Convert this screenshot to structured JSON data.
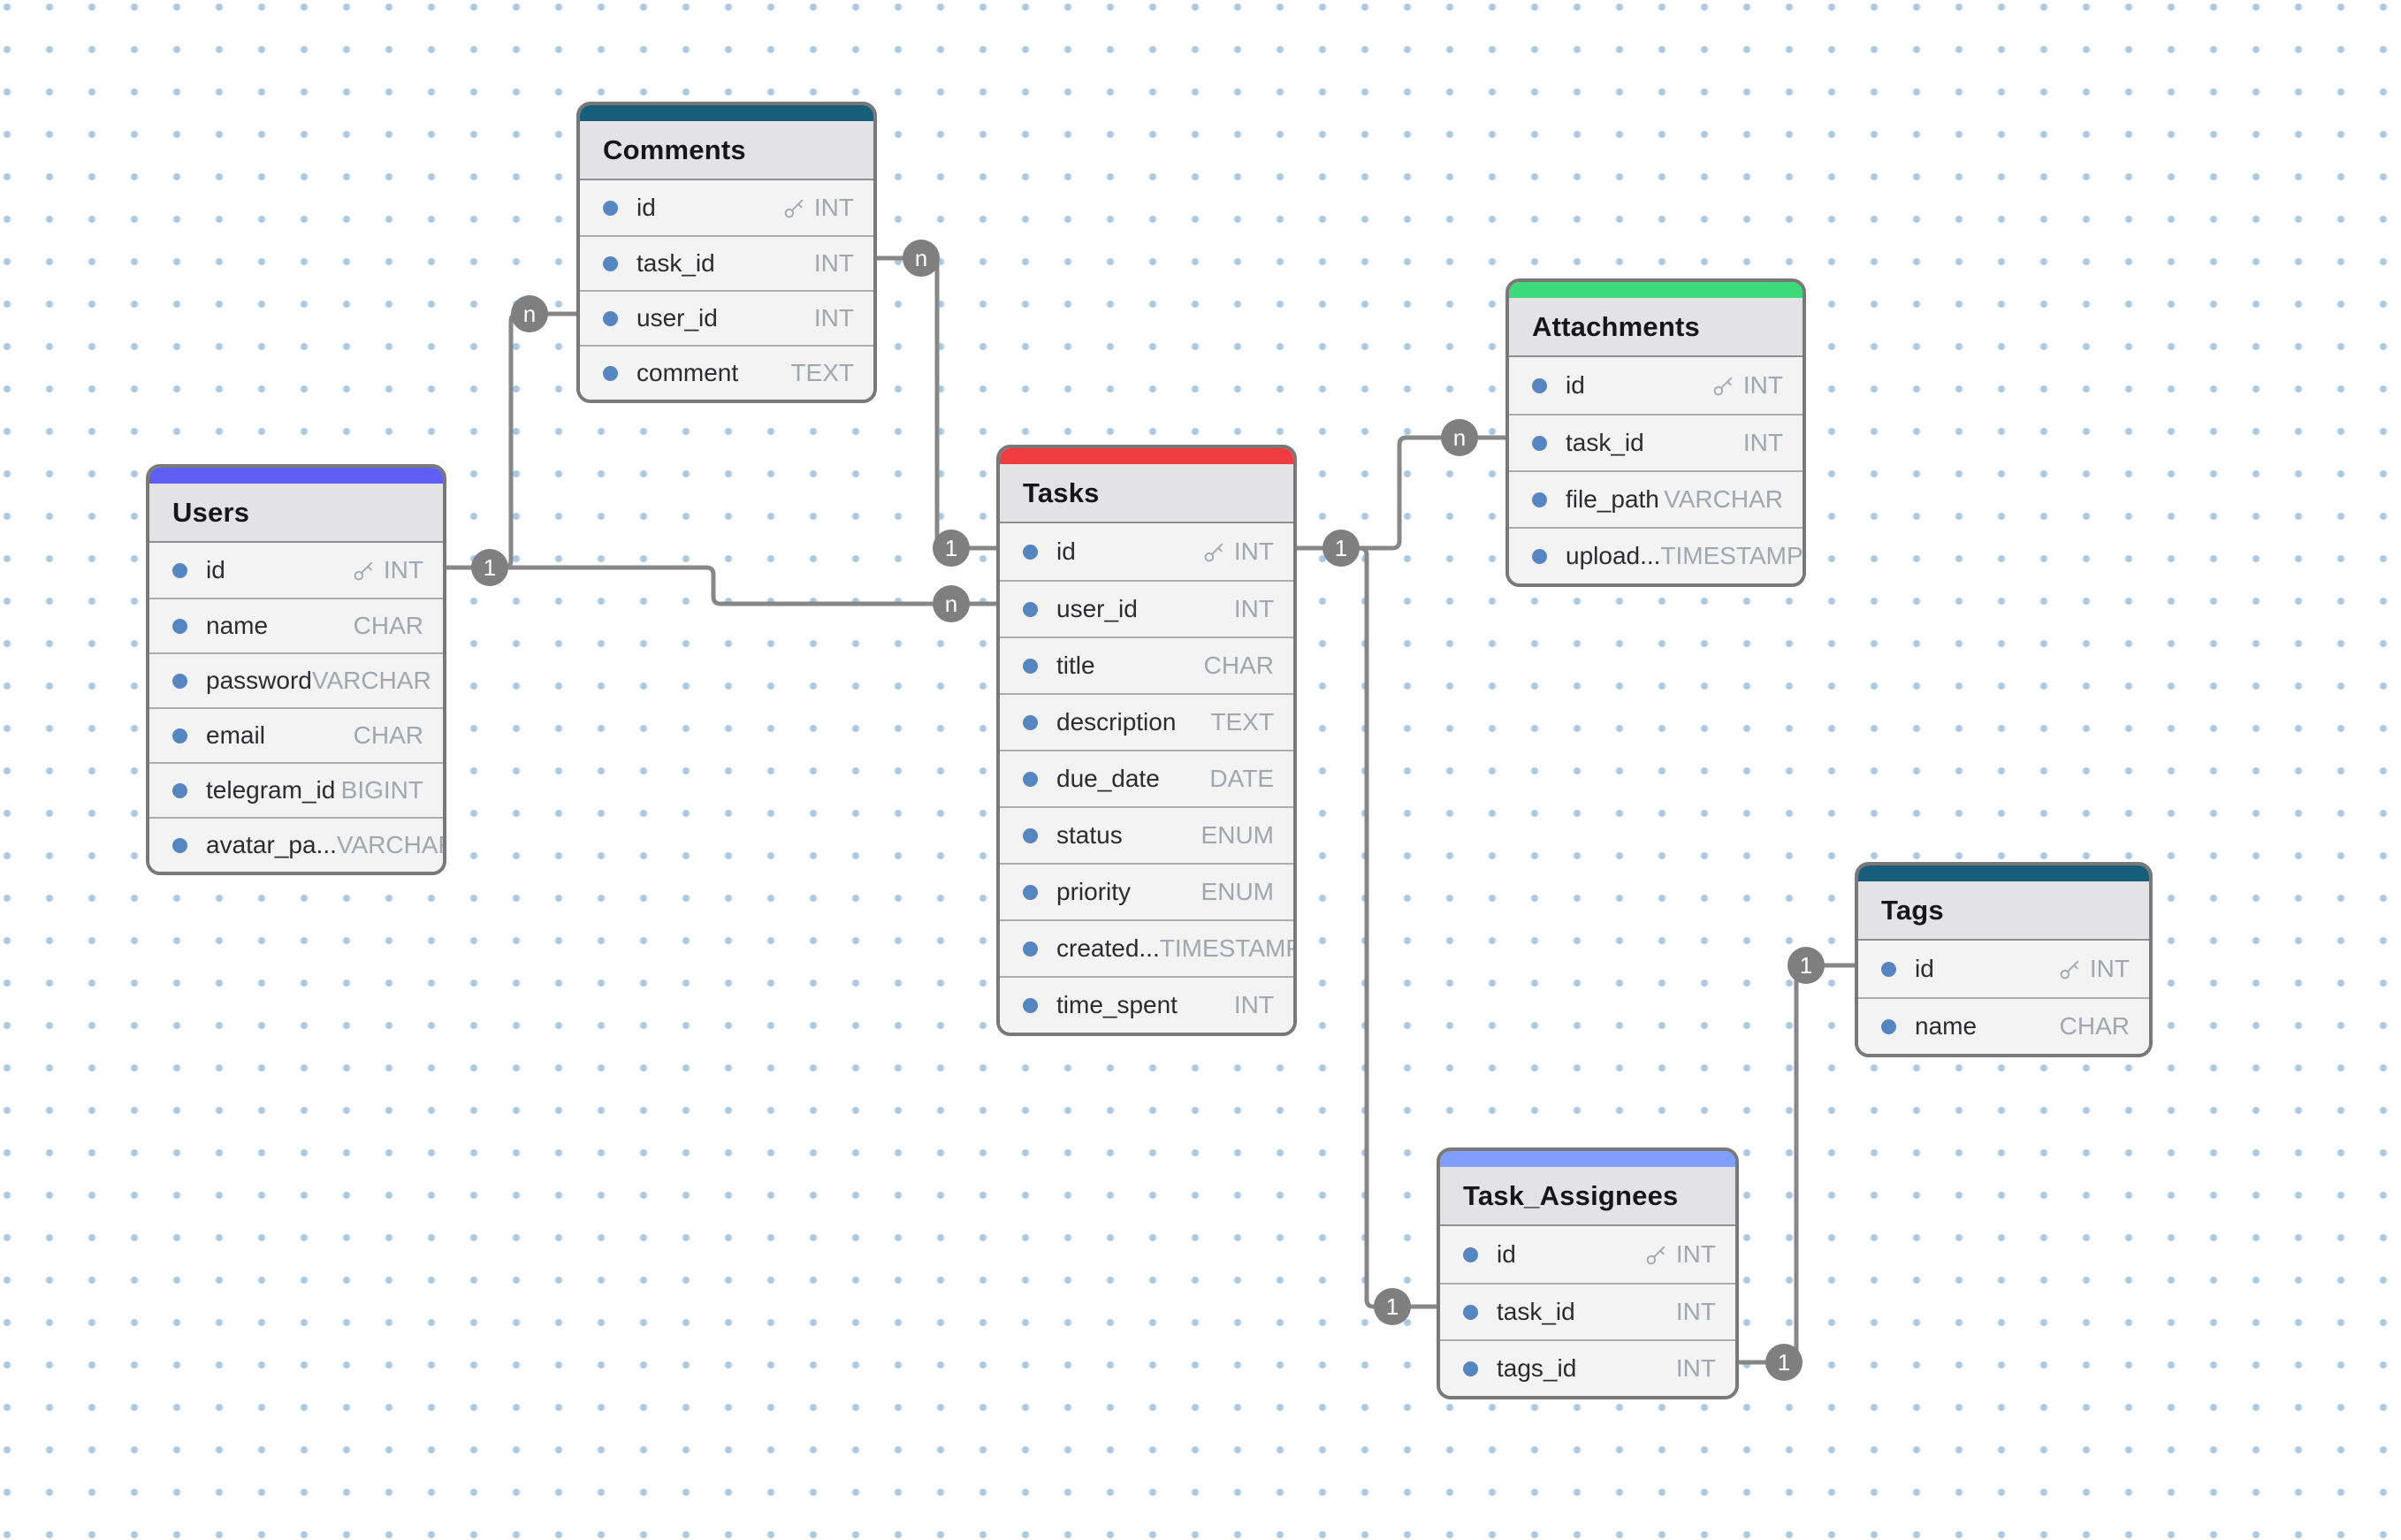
{
  "canvas": {
    "background_color": "#ffffff",
    "grid_dot_color": "#aac6e2",
    "connector_color": "#878787",
    "badge_color": "#7f7f7f",
    "primary_key_icon": "key-icon",
    "field_marker_icon": "blue-dot-icon"
  },
  "tables": [
    {
      "name": "Comments",
      "accent_color": "#175e7a",
      "fields": [
        {
          "name": "id",
          "type": "INT",
          "primary_key": true
        },
        {
          "name": "task_id",
          "type": "INT",
          "primary_key": false
        },
        {
          "name": "user_id",
          "type": "INT",
          "primary_key": false
        },
        {
          "name": "comment",
          "type": "TEXT",
          "primary_key": false
        }
      ]
    },
    {
      "name": "Users",
      "accent_color": "#5f5df2",
      "fields": [
        {
          "name": "id",
          "type": "INT",
          "primary_key": true
        },
        {
          "name": "name",
          "type": "CHAR",
          "primary_key": false
        },
        {
          "name": "password",
          "type": "VARCHAR",
          "primary_key": false
        },
        {
          "name": "email",
          "type": "CHAR",
          "primary_key": false
        },
        {
          "name": "telegram_id",
          "type": "BIGINT",
          "primary_key": false
        },
        {
          "name": "avatar_pa...",
          "type": "VARCHAR",
          "primary_key": false
        }
      ]
    },
    {
      "name": "Tasks",
      "accent_color": "#ef3c40",
      "fields": [
        {
          "name": "id",
          "type": "INT",
          "primary_key": true
        },
        {
          "name": "user_id",
          "type": "INT",
          "primary_key": false
        },
        {
          "name": "title",
          "type": "CHAR",
          "primary_key": false
        },
        {
          "name": "description",
          "type": "TEXT",
          "primary_key": false
        },
        {
          "name": "due_date",
          "type": "DATE",
          "primary_key": false
        },
        {
          "name": "status",
          "type": "ENUM",
          "primary_key": false
        },
        {
          "name": "priority",
          "type": "ENUM",
          "primary_key": false
        },
        {
          "name": "created...",
          "type": "TIMESTAMP",
          "primary_key": false
        },
        {
          "name": "time_spent",
          "type": "INT",
          "primary_key": false
        }
      ]
    },
    {
      "name": "Attachments",
      "accent_color": "#3dda7c",
      "fields": [
        {
          "name": "id",
          "type": "INT",
          "primary_key": true
        },
        {
          "name": "task_id",
          "type": "INT",
          "primary_key": false
        },
        {
          "name": "file_path",
          "type": "VARCHAR",
          "primary_key": false
        },
        {
          "name": "upload...",
          "type": "TIMESTAMP",
          "primary_key": false
        }
      ]
    },
    {
      "name": "Tags",
      "accent_color": "#175e7a",
      "fields": [
        {
          "name": "id",
          "type": "INT",
          "primary_key": true
        },
        {
          "name": "name",
          "type": "CHAR",
          "primary_key": false
        }
      ]
    },
    {
      "name": "Task_Assignees",
      "accent_color": "#7f9dfb",
      "fields": [
        {
          "name": "id",
          "type": "INT",
          "primary_key": true
        },
        {
          "name": "task_id",
          "type": "INT",
          "primary_key": false
        },
        {
          "name": "tags_id",
          "type": "INT",
          "primary_key": false
        }
      ]
    }
  ],
  "relationships": [
    {
      "from_table": "Users",
      "from_field": "id",
      "to_table": "Comments",
      "to_field": "user_id",
      "from_cardinality": "1",
      "to_cardinality": "n"
    },
    {
      "from_table": "Users",
      "from_field": "id",
      "to_table": "Tasks",
      "to_field": "user_id",
      "from_cardinality": "1",
      "to_cardinality": "n"
    },
    {
      "from_table": "Comments",
      "from_field": "task_id",
      "to_table": "Tasks",
      "to_field": "id",
      "from_cardinality": "n",
      "to_cardinality": "1"
    },
    {
      "from_table": "Tasks",
      "from_field": "id",
      "to_table": "Attachments",
      "to_field": "task_id",
      "from_cardinality": "1",
      "to_cardinality": "n"
    },
    {
      "from_table": "Tasks",
      "from_field": "id",
      "to_table": "Task_Assignees",
      "to_field": "task_id",
      "from_cardinality": "1",
      "to_cardinality": "1"
    },
    {
      "from_table": "Tags",
      "from_field": "id",
      "to_table": "Task_Assignees",
      "to_field": "tags_id",
      "from_cardinality": "1",
      "to_cardinality": "1"
    }
  ]
}
